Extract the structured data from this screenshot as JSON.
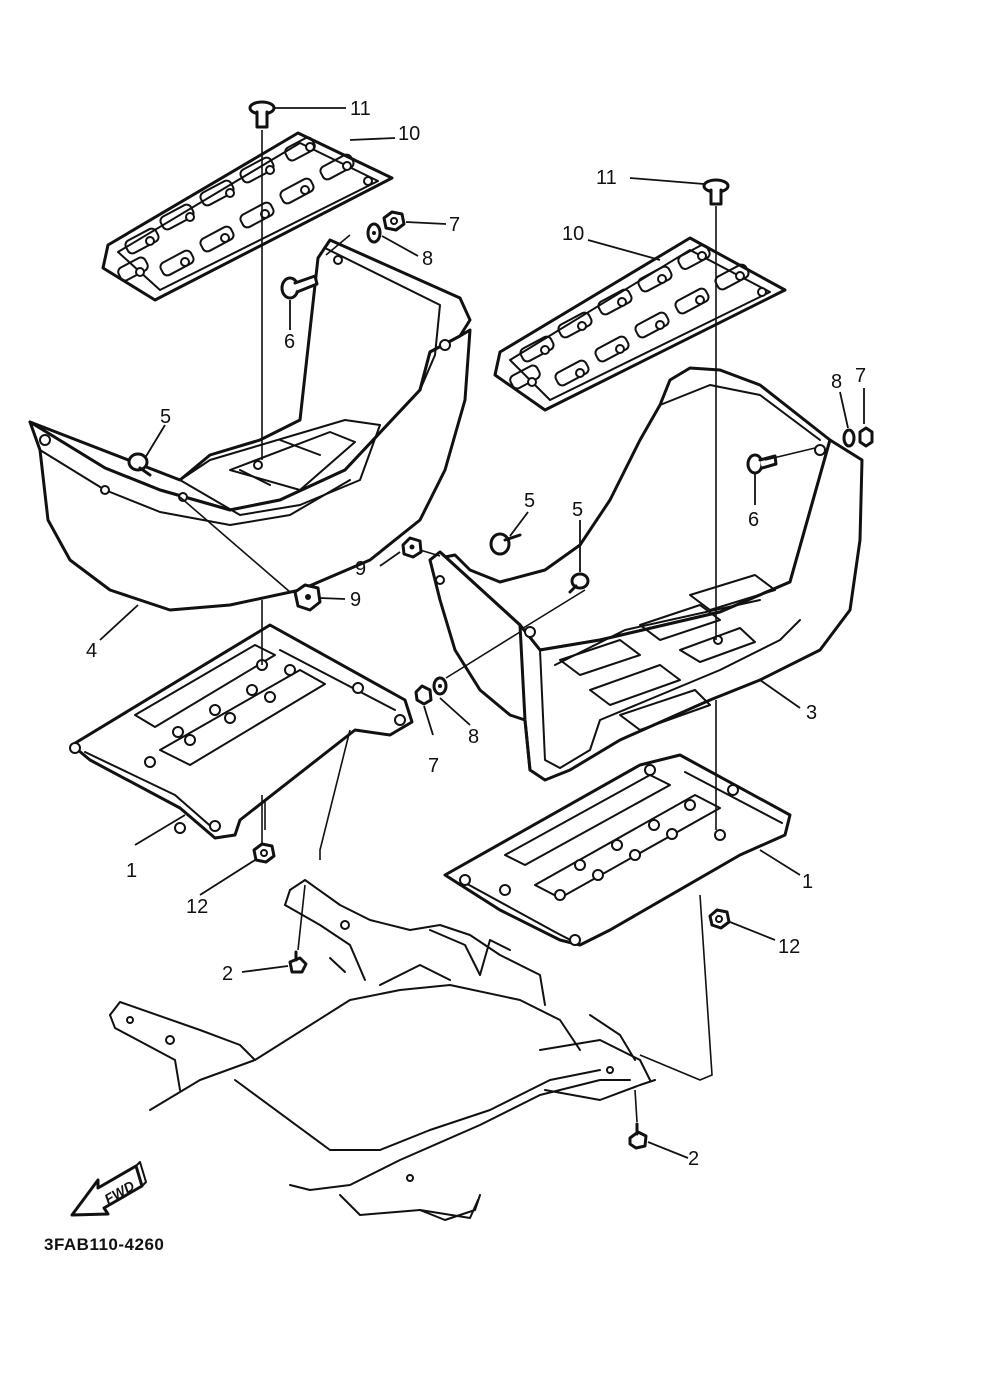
{
  "diagram_code": "3FAB110-4260",
  "direction_label": "FWD",
  "callouts": {
    "c1a": "1",
    "c1b": "1",
    "c2a": "2",
    "c2b": "2",
    "c3": "3",
    "c4": "4",
    "c5a": "5",
    "c5b": "5",
    "c5c": "5",
    "c6a": "6",
    "c6b": "6",
    "c7a": "7",
    "c7b": "7",
    "c7c": "7",
    "c8a": "8",
    "c8b": "8",
    "c8c": "8",
    "c9a": "9",
    "c9b": "9",
    "c10a": "10",
    "c10b": "10",
    "c11a": "11",
    "c11b": "11",
    "c12a": "12",
    "c12b": "12"
  },
  "colors": {
    "line": "#111111",
    "background": "#ffffff"
  }
}
